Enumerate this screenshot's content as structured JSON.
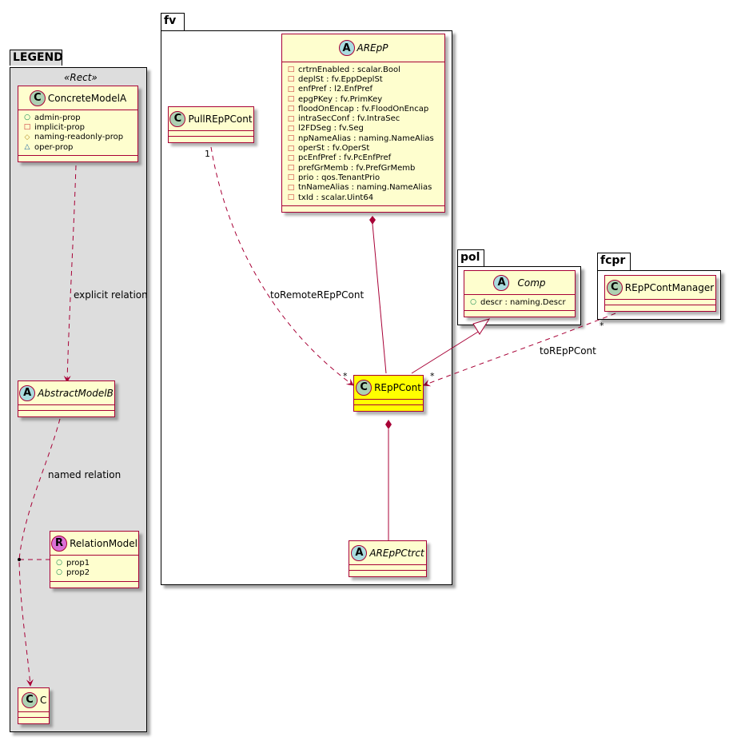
{
  "packages": {
    "legend": {
      "name": "LEGEND",
      "stereotype": "«Rect»"
    },
    "fv": {
      "name": "fv"
    },
    "pol": {
      "name": "pol"
    },
    "fcpr": {
      "name": "fcpr"
    }
  },
  "legend": {
    "concrete_model": {
      "badge": "C",
      "name": "ConcreteModelA",
      "attributes": [
        {
          "vis": "○",
          "text": "admin-prop"
        },
        {
          "vis": "□",
          "text": "implicit-prop"
        },
        {
          "vis": "◇",
          "text": "naming-readonly-prop"
        },
        {
          "vis": "△",
          "text": "oper-prop"
        }
      ]
    },
    "abstract_model": {
      "badge": "A",
      "name": "AbstractModelB"
    },
    "relation_model": {
      "badge": "R",
      "name": "RelationModel",
      "attributes": [
        {
          "vis": "○",
          "text": "prop1"
        },
        {
          "vis": "○",
          "text": "prop2"
        }
      ]
    },
    "c_model": {
      "badge": "C",
      "name": "C"
    },
    "explicit_relation_label": "explicit relation",
    "named_relation_label": "named relation"
  },
  "classes": {
    "arepp": {
      "badge": "A",
      "name": "AREpP",
      "attributes": [
        {
          "vis": "□",
          "text": "crtrnEnabled : scalar.Bool"
        },
        {
          "vis": "□",
          "text": "deplSt : fv.EppDeplSt"
        },
        {
          "vis": "□",
          "text": "enfPref : l2.EnfPref"
        },
        {
          "vis": "□",
          "text": "epgPKey : fv.PrimKey"
        },
        {
          "vis": "□",
          "text": "floodOnEncap : fv.FloodOnEncap"
        },
        {
          "vis": "□",
          "text": "intraSecConf : fv.IntraSec"
        },
        {
          "vis": "□",
          "text": "l2FDSeg : fv.Seg"
        },
        {
          "vis": "□",
          "text": "npNameAlias : naming.NameAlias"
        },
        {
          "vis": "□",
          "text": "operSt : fv.OperSt"
        },
        {
          "vis": "□",
          "text": "pcEnfPref : fv.PcEnfPref"
        },
        {
          "vis": "□",
          "text": "prefGrMemb : fv.PrefGrMemb"
        },
        {
          "vis": "□",
          "text": "prio : qos.TenantPrio"
        },
        {
          "vis": "□",
          "text": "tnNameAlias : naming.NameAlias"
        },
        {
          "vis": "□",
          "text": "txId : scalar.Uint64"
        }
      ]
    },
    "pullrepp": {
      "badge": "C",
      "name": "PullREpPCont"
    },
    "reppcont": {
      "badge": "C",
      "name": "REpPCont",
      "highlight": "#FFFF00"
    },
    "arepctrct": {
      "badge": "A",
      "name": "AREpPCtrct"
    },
    "comp": {
      "badge": "A",
      "name": "Comp",
      "attributes": [
        {
          "vis": "○",
          "text": "descr : naming.Descr"
        }
      ]
    },
    "manager": {
      "badge": "C",
      "name": "REpPContManager"
    }
  },
  "relations": {
    "to_remote": {
      "label": "toRemoteREpPCont",
      "source_mult": "1",
      "target_mult": "*"
    },
    "to_repp": {
      "label": "toREpPCont",
      "source_mult": "*",
      "target_mult": "*"
    }
  },
  "colors": {
    "class_fill": "#FEFECE",
    "class_border": "#A80036",
    "highlight": "#FFFF00",
    "legend_fill": "#DDDDDD",
    "edge": "#A80036"
  }
}
